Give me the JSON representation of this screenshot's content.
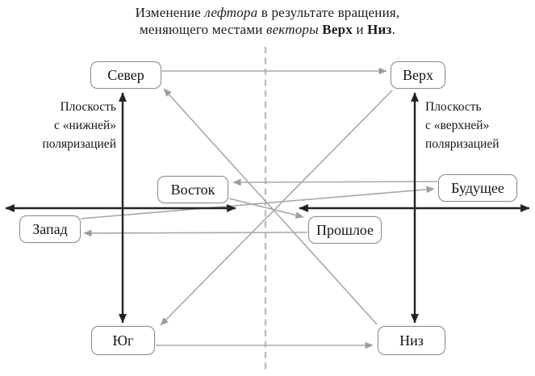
{
  "title": {
    "line1": {
      "pre": "Изменение ",
      "italic": "лефтора",
      "post": " в результате вращения,"
    },
    "line2": {
      "pre": "меняющего местами ",
      "italic": "векторы",
      "mid": " ",
      "bold1": "Верх",
      "and": " и ",
      "bold2": "Низ",
      "post": "."
    }
  },
  "planes": {
    "left": "Плоскость\nс «нижней»\nполяризацией",
    "right": "Плоскость\nс «верхней»\nполяризацией"
  },
  "nodes": {
    "sever": "Север",
    "verh": "Верх",
    "vostok": "Восток",
    "budushchee": "Будущее",
    "zapad": "Запад",
    "proshloe": "Прошлое",
    "yug": "Юг",
    "niz": "Низ"
  },
  "mappings": [
    "Север → Верх",
    "Верх → Юг",
    "Юг → Низ",
    "Низ → Север",
    "Восток → Прошлое",
    "Прошлое → Запад",
    "Запад → Будущее",
    "Будущее → Восток"
  ],
  "colors": {
    "axis": "#222222",
    "connector": "#a9a9a9",
    "connector_arrow": "#9c9c9c",
    "box_border": "#8e8e8e",
    "dashed_line": "#bdbdbd",
    "text": "#1b1b1b"
  }
}
